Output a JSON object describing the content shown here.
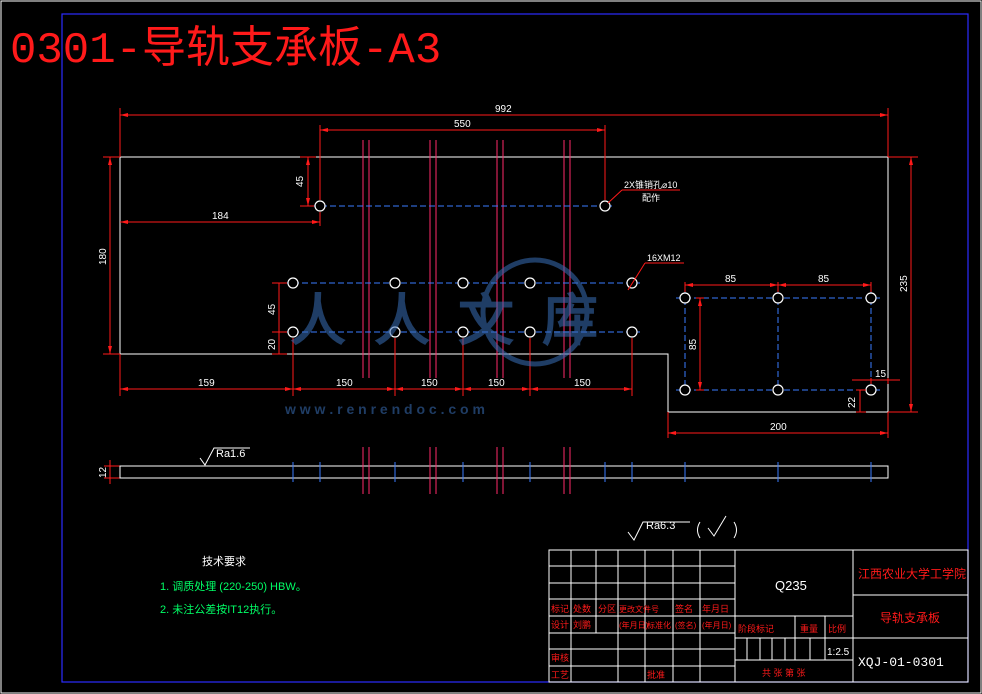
{
  "drawing_title": "0301-导轨支承板-A3",
  "dimensions": {
    "overall_length": "992",
    "hole_spacing_top": "550",
    "top_hole_offset_y": "45",
    "top_hole_offset_x": "184",
    "plate_height_left": "180",
    "plate_height_right": "235",
    "row_spacing": "45",
    "bottom_row_offset": "20",
    "first_hole_x": "159",
    "pitch_1": "150",
    "pitch_2": "150",
    "pitch_3": "150",
    "pitch_4": "150",
    "right_pitch_1": "85",
    "right_pitch_2": "85",
    "right_vertical_pitch": "85",
    "right_edge_offset": "15",
    "right_bottom_offset": "22",
    "right_step_width": "200",
    "thickness": "12"
  },
  "annotations": {
    "top_holes_line1": "2X锥销孔⌀10",
    "top_holes_line2": "配作",
    "threaded_holes": "16XM12",
    "roughness_side": "Ra1.6",
    "roughness_general": "Ra6.3"
  },
  "tech_requirements": {
    "heading": "技术要求",
    "item1": "1. 调质处理 (220-250) HBW。",
    "item2": "2. 未注公差按IT12执行。"
  },
  "watermark": {
    "brand": "人人文库",
    "url": "w w w . r e n r e n d o c . c o m"
  },
  "title_block": {
    "material": "Q235",
    "school": "江西农业大学工学院",
    "part_name": "导轨支承板",
    "drawing_number": "XQJ-01-0301",
    "scale": "1:2.5",
    "headers": [
      "标记",
      "处数",
      "分区",
      "更改文件号",
      "签名",
      "年月日"
    ],
    "design_row": [
      "设计",
      "刘鹏",
      "(年月日)",
      "标准化",
      "(签名)",
      "(年月日)"
    ],
    "stage_label": "阶段标记",
    "weight_label": "重量",
    "scale_label": "比例",
    "review_label": "审核",
    "process_label": "工艺",
    "approve_label": "批准",
    "sheets_text": "共  张  第  张"
  }
}
